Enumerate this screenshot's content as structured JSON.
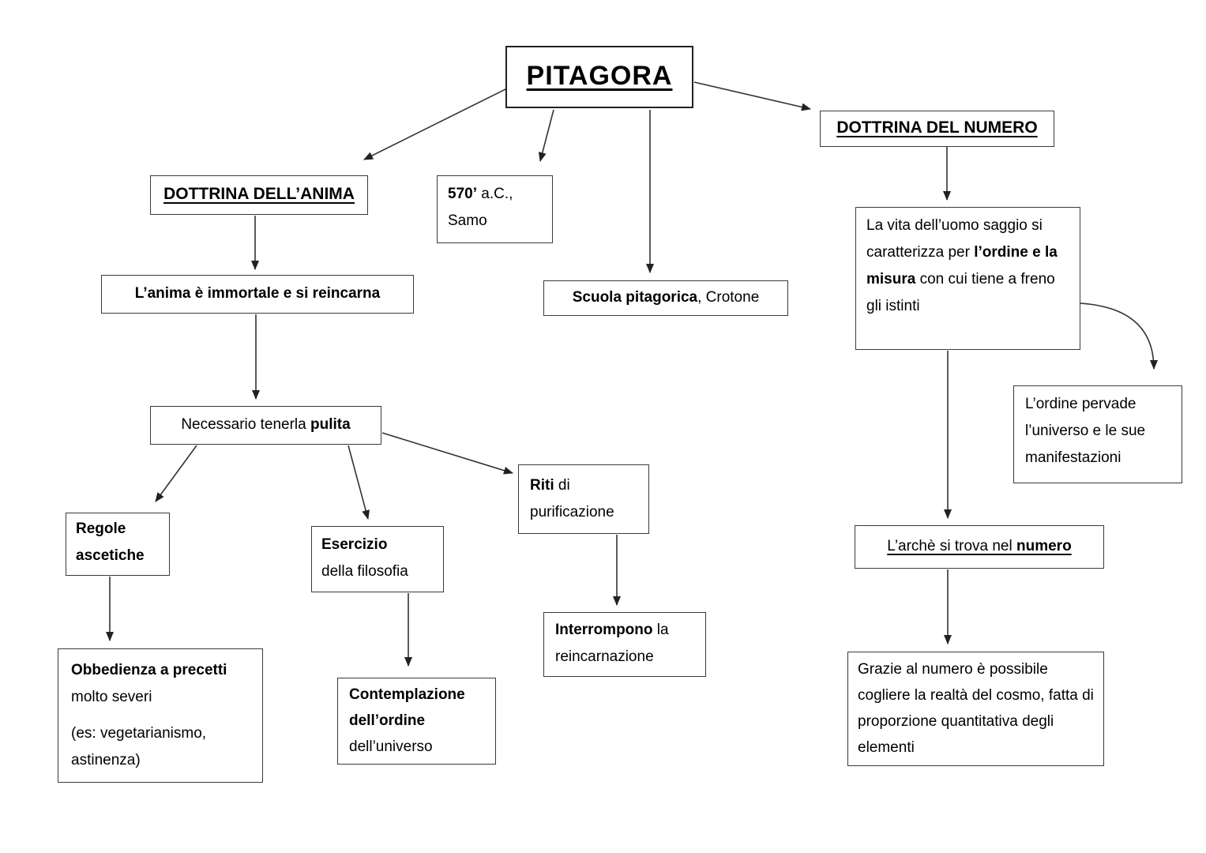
{
  "diagram": {
    "type": "concept-map",
    "language": "it",
    "colors": {
      "background": "#ffffff",
      "box_border": "#3a3a3a",
      "text": "#000000",
      "arrow": "#333333"
    }
  },
  "nodes": {
    "pitagora": {
      "label": "PITAGORA"
    },
    "dottrina_anima": {
      "label": "DOTTRINA DELL’ANIMA"
    },
    "nascita": {
      "year_bold": "570’",
      "year_rest": " a.C.,",
      "place": "Samo"
    },
    "dottrina_numero": {
      "label": "DOTTRINA DEL NUMERO"
    },
    "scuola": {
      "bold": "Scuola pitagorica",
      "rest": ", Crotone"
    },
    "anima_immortale": {
      "label": "L’anima è immortale e si reincarna"
    },
    "la_vita": {
      "pre": "La vita dell’uomo saggio si caratterizza per ",
      "bold": "l’ordine e la misura",
      "post": " con cui tiene a freno gli istinti"
    },
    "necessario": {
      "pre": "Necessario tenerla ",
      "bold": "pulita"
    },
    "ordine_pervade": {
      "label": "L’ordine pervade l’universo e le sue manifestazioni"
    },
    "regole": {
      "label": "Regole ascetiche"
    },
    "esercizio": {
      "bold": "Esercizio",
      "rest": "della filosofia"
    },
    "riti": {
      "bold": "Riti",
      "rest": " di purificazione"
    },
    "obbedienza": {
      "p1_bold": "Obbedienza a precetti",
      "p1_rest": " molto severi",
      "p2": "(es: vegetarianismo, astinenza)"
    },
    "contemplazione": {
      "bold": "Contemplazione dell’ordine ",
      "rest": "dell’universo"
    },
    "interrompono": {
      "bold": "Interrompono",
      "rest": " la reincarnazione"
    },
    "arche": {
      "pre": "L’archè si trova nel ",
      "bold": "numero"
    },
    "grazie": {
      "label": "Grazie al numero è possibile cogliere la realtà del cosmo, fatta di proporzione quantitativa degli elementi"
    }
  }
}
